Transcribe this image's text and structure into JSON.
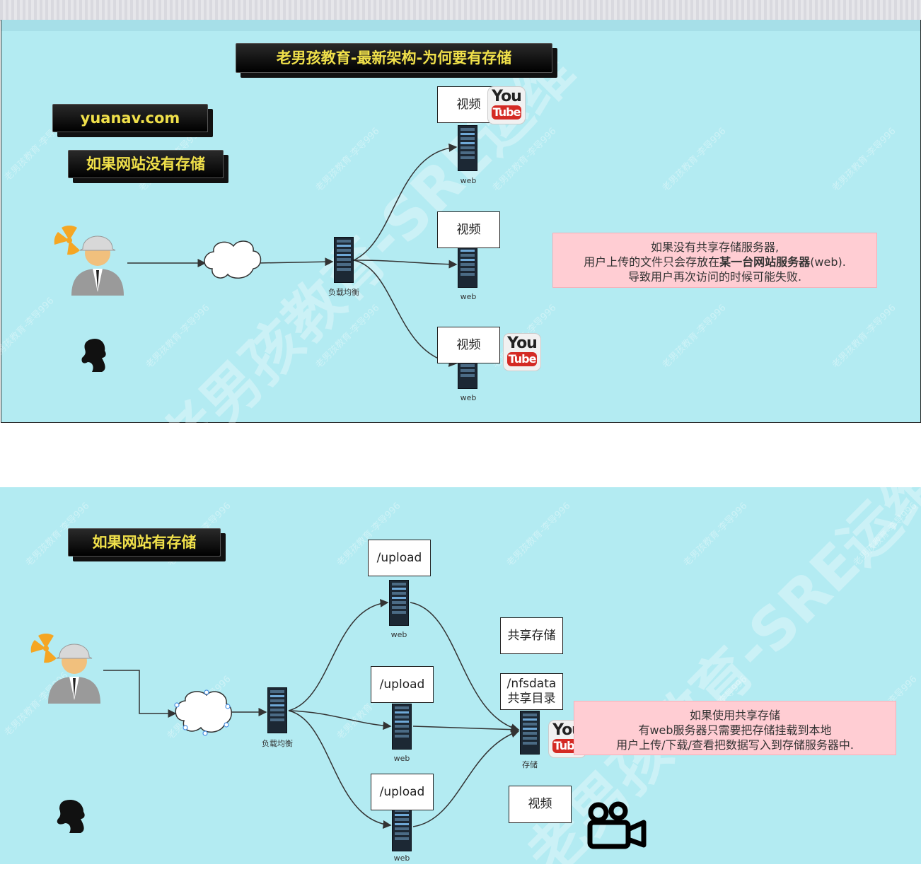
{
  "panel1": {
    "title": "老男孩教育-最新架构-为何要有存储",
    "site": "yuanav.com",
    "subtitle": "如果网站没有存储",
    "cloud_icon": "cloud-icon",
    "lb_label": "负载均衡",
    "web_label": "web",
    "video_box": "视频",
    "youtube_you": "You",
    "youtube_tube": "Tube",
    "note_line1": "如果没有共享存储服务器,",
    "note_line2_pre": "用户上传的文件只会存放在",
    "note_line2_bold": "某一台网站服务器",
    "note_line2_post": "(web).",
    "note_line3": "导致用户再次访问的时候可能失败."
  },
  "panel2": {
    "subtitle": "如果网站有存储",
    "lb_label": "负载均衡",
    "web_label": "web",
    "upload_box": "/upload",
    "shared_storage_box": "共享存储",
    "nfs_line1": "/nfsdata",
    "nfs_line2": "共享目录",
    "storage_label": "存储",
    "video_box": "视频",
    "note_line1": "如果使用共享存储",
    "note_line2": "有web服务器只需要把存储挂载到本地",
    "note_line3": "用户上传/下载/查看把数据写入到存储服务器中."
  },
  "watermark": {
    "small": "老男孩教育-李导996",
    "big1": "老男孩教育-SRE运维",
    "big2": "老男孩教育-SRE运维"
  },
  "colors": {
    "background": "#b3ebf2",
    "banner_text": "#f0e04a",
    "note_bg": "#ffcdd3",
    "youtube_red": "#d42a24"
  }
}
